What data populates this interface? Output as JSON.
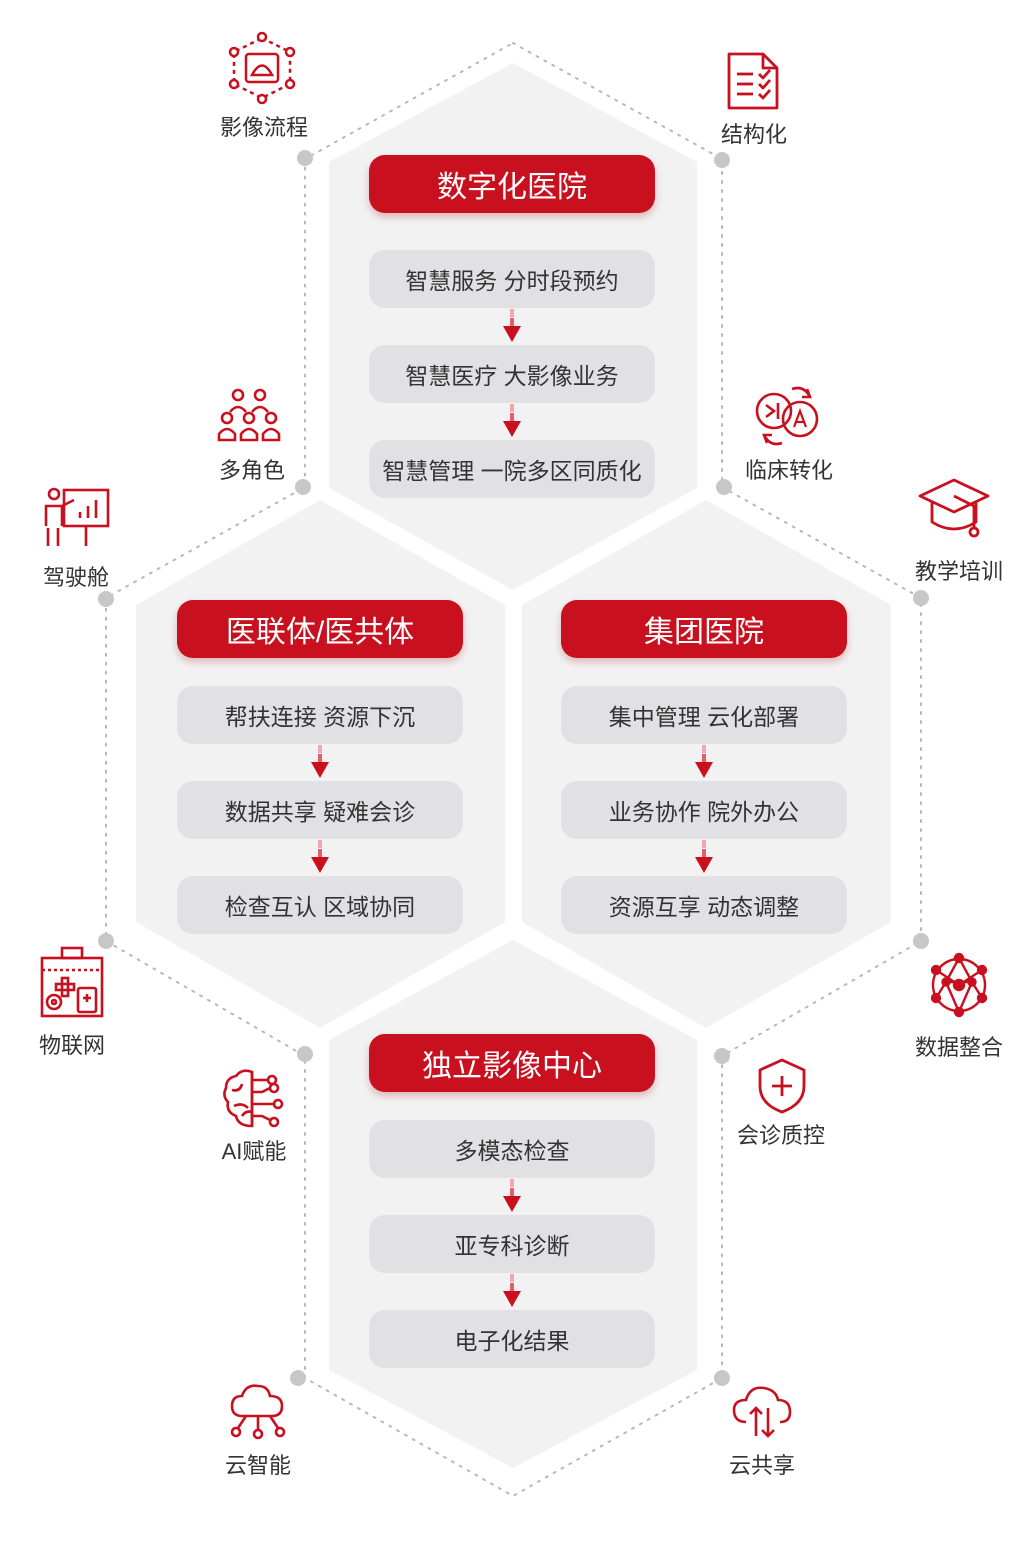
{
  "colors": {
    "accent": "#c8101f",
    "pill": "#e1e1e3",
    "hex": "#f2f2f3",
    "node": "#c7c7c7",
    "text": "#333333"
  },
  "hexagons": [
    {
      "title": "数字化医院",
      "items": [
        "智慧服务  分时段预约",
        "智慧医疗 大影像业务",
        "智慧管理 一院多区同质化"
      ]
    },
    {
      "title": "医联体/医共体",
      "items": [
        "帮扶连接 资源下沉",
        "数据共享 疑难会诊",
        "检查互认 区域协同"
      ]
    },
    {
      "title": "集团医院",
      "items": [
        "集中管理 云化部署",
        "业务协作 院外办公",
        "资源互享 动态调整"
      ]
    },
    {
      "title": "独立影像中心",
      "items": [
        "多模态检查",
        "亚专科诊断",
        "电子化结果"
      ]
    }
  ],
  "features": [
    {
      "label": "影像流程",
      "icon": "ultrasound-icon"
    },
    {
      "label": "结构化",
      "icon": "structured-report-icon"
    },
    {
      "label": "多角色",
      "icon": "multi-role-icon"
    },
    {
      "label": "临床转化",
      "icon": "translation-icon"
    },
    {
      "label": "驾驶舱",
      "icon": "cockpit-icon"
    },
    {
      "label": "教学培训",
      "icon": "graduation-cap-icon"
    },
    {
      "label": "物联网",
      "icon": "medical-kit-icon"
    },
    {
      "label": "数据整合",
      "icon": "data-network-icon"
    },
    {
      "label": "AI赋能",
      "icon": "ai-brain-icon"
    },
    {
      "label": "会诊质控",
      "icon": "shield-plus-icon"
    },
    {
      "label": "云智能",
      "icon": "cloud-network-icon"
    },
    {
      "label": "云共享",
      "icon": "cloud-share-icon"
    }
  ]
}
